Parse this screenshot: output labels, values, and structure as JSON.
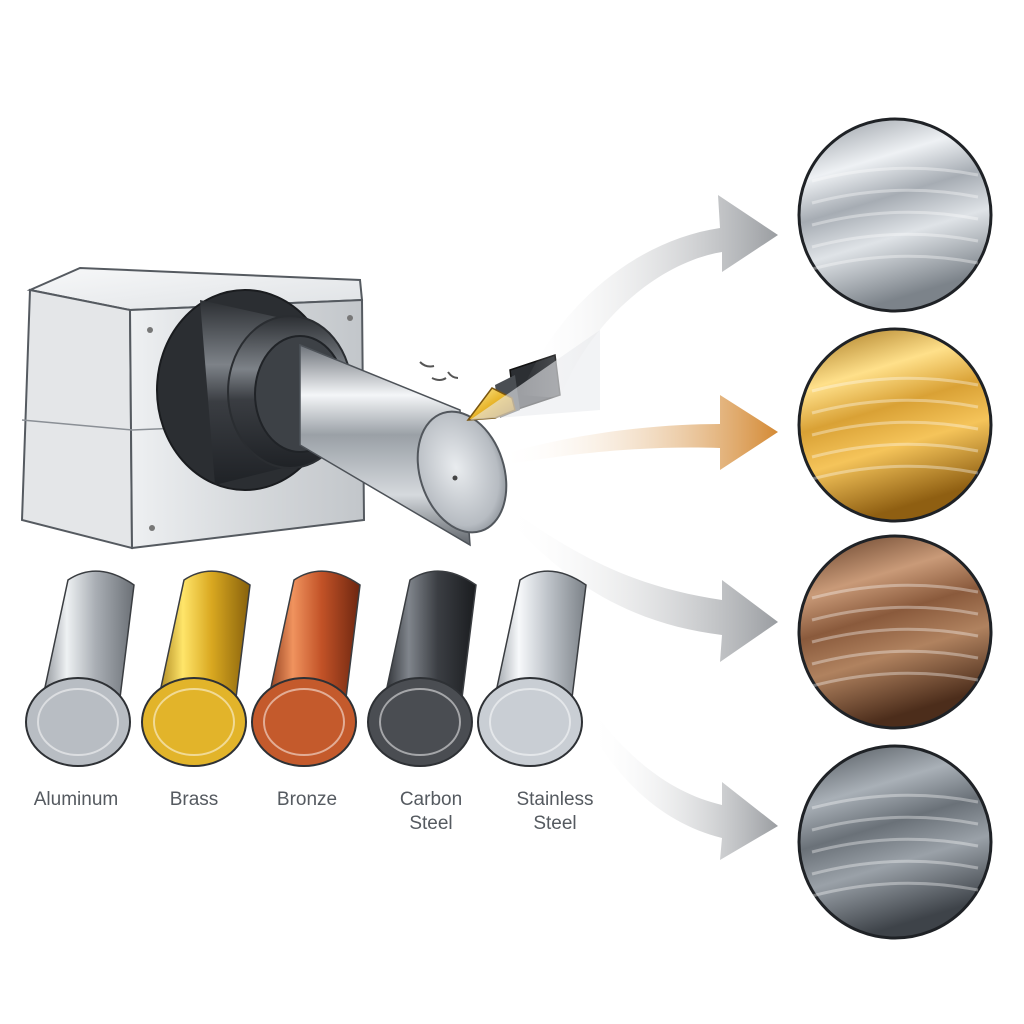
{
  "colors": {
    "aluminum": "#b8bdc3",
    "brass": "#e2b42a",
    "bronze": "#c45a2c",
    "carbon_steel": "#4a4d52",
    "stainless_steel": "#c9ced4",
    "tool_insert": "#e8b52a",
    "arrow_gray": "#a0a3a7",
    "arrow_orange": "#d48a35"
  },
  "materials": [
    {
      "key": "aluminum",
      "lines": [
        "Aluminum"
      ]
    },
    {
      "key": "brass",
      "lines": [
        "Brass"
      ]
    },
    {
      "key": "bronze",
      "lines": [
        "Bronze"
      ]
    },
    {
      "key": "carbon_steel",
      "lines": [
        "Carbon",
        "Steel"
      ]
    },
    {
      "key": "stainless_steel",
      "lines": [
        "Stainless",
        "Steel"
      ]
    }
  ],
  "finishes": [
    {
      "name": "aluminum-finish-swatch",
      "tone": "aluminum"
    },
    {
      "name": "brass-finish-swatch",
      "tone": "brass"
    },
    {
      "name": "bronze-finish-swatch",
      "tone": "bronze"
    },
    {
      "name": "steel-finish-swatch",
      "tone": "carbon_steel"
    }
  ]
}
